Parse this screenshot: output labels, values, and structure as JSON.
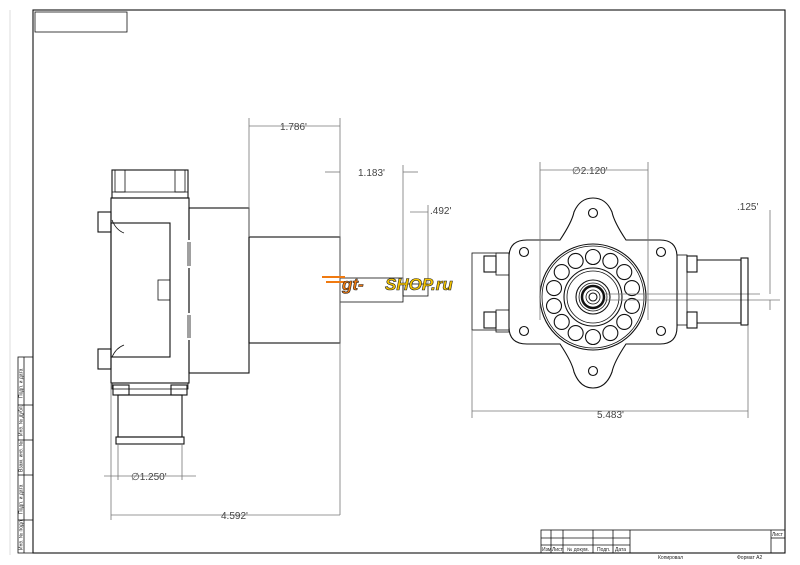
{
  "dimensions": {
    "left_view": {
      "shaft_length": "1.786'",
      "shaft_step": "1.183'",
      "shaft_tip": ".492'",
      "outlet_diameter": "∅1.250'",
      "overall_length": "4.592'"
    },
    "right_view": {
      "bore_diameter": "∅2.120'",
      "offset": ".125'",
      "overall_width": "5.483'"
    }
  },
  "watermark": {
    "part1": "gt-",
    "part2": "SHOP.ru"
  },
  "side_strip": [
    "Подп. и дата",
    "Инв. № дубл.",
    "Взам. инв. №",
    "Подп. и дата",
    "Инв. № подл."
  ],
  "title_block": {
    "columns": [
      "Изм.",
      "Лист",
      "№ докум.",
      "Подп.",
      "Дата"
    ],
    "sheet_label": "Лист",
    "copied": "Копировал",
    "format": "Формат A2"
  }
}
